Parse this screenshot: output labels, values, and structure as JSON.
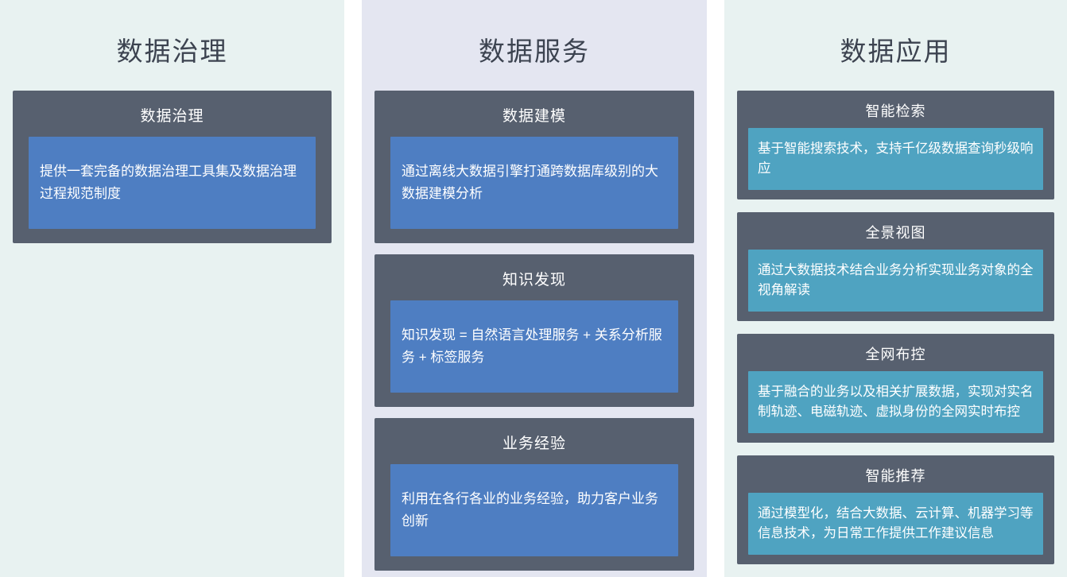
{
  "columns": [
    {
      "title": "数据治理",
      "cards": [
        {
          "title": "数据治理",
          "body": "提供一套完备的数据治理工具集及数据治理过程规范制度"
        }
      ]
    },
    {
      "title": "数据服务",
      "cards": [
        {
          "title": "数据建模",
          "body": "通过离线大数据引擎打通跨数据库级别的大数据建模分析"
        },
        {
          "title": "知识发现",
          "body": "知识发现 = 自然语言处理服务 + 关系分析服务 + 标签服务"
        },
        {
          "title": "业务经验",
          "body": "利用在各行各业的业务经验，助力客户业务创新"
        }
      ]
    },
    {
      "title": "数据应用",
      "cards": [
        {
          "title": "智能检索",
          "body": "基于智能搜索技术，支持千亿级数据查询秒级响应"
        },
        {
          "title": "全景视图",
          "body": "通过大数据技术结合业务分析实现业务对象的全视角解读"
        },
        {
          "title": "全网布控",
          "body": "基于融合的业务以及相关扩展数据，实现对实名制轨迹、电磁轨迹、虚拟身份的全网实时布控"
        },
        {
          "title": "智能推荐",
          "body": "通过模型化，结合大数据、云计算、机器学习等信息技术，为日常工作提供工作建议信息"
        }
      ]
    }
  ],
  "colors": {
    "column_bg_teal": "#e8f2f1",
    "column_bg_lavender": "#e4e6f1",
    "card_bg": "#57606f",
    "inner_box_blue": "#4e7ec2",
    "inner_box_teal": "#4fa3c1",
    "column_title_text": "#3c4350",
    "card_text": "#ffffff"
  }
}
